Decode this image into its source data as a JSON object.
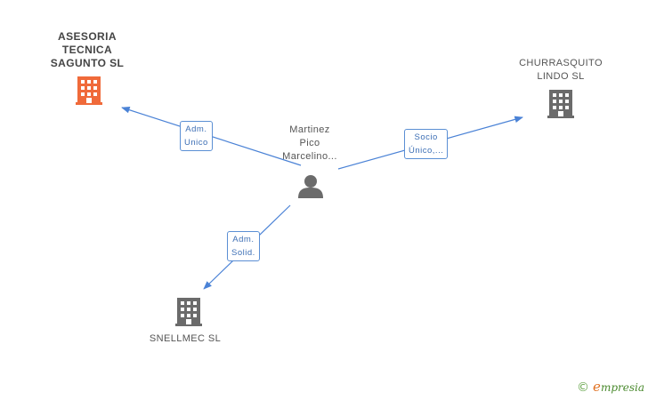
{
  "colors": {
    "edge": "#4a82d6",
    "highlight_company": "#f06a3a",
    "company": "#6b6b6b",
    "person": "#6b6b6b"
  },
  "nodes": {
    "person": {
      "lines": [
        "Martinez",
        "Pico",
        "Marcelino..."
      ]
    },
    "company_asesoria": {
      "lines": [
        "ASESORIA",
        "TECNICA",
        "SAGUNTO SL"
      ]
    },
    "company_churrasquito": {
      "lines": [
        "CHURRASQUITO",
        "LINDO SL"
      ]
    },
    "company_snellmec": {
      "lines": [
        "SNELLMEC  SL"
      ]
    }
  },
  "edges": {
    "to_asesoria": {
      "lines": [
        "Adm.",
        "Unico"
      ]
    },
    "to_churrasquito": {
      "lines": [
        "Socio",
        "Único,..."
      ]
    },
    "to_snellmec": {
      "lines": [
        "Adm.",
        "Solid."
      ]
    }
  },
  "brand": {
    "copyright": "©",
    "initial": "e",
    "rest": "mpresia"
  }
}
